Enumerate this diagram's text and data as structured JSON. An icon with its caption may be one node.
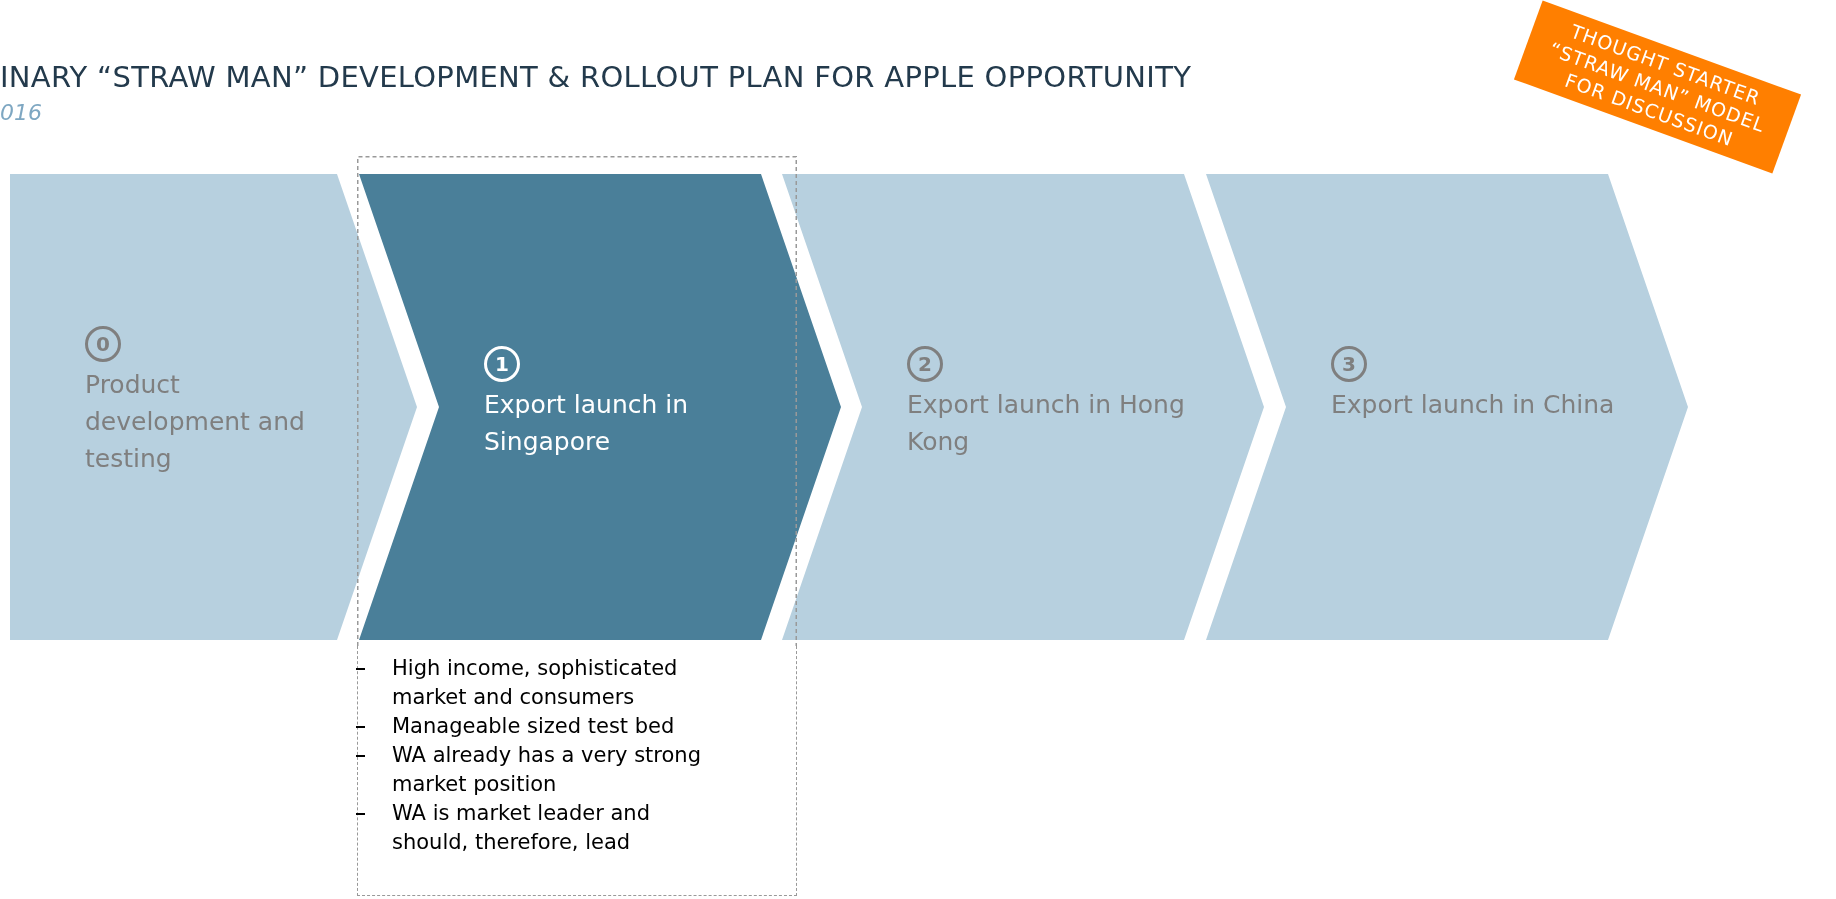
{
  "diagram": {
    "title": "INARY “STRAW MAN” DEVELOPMENT & ROLLOUT PLAN FOR APPLE OPPORTUNITY",
    "nodes": [
      {
        "text": [
          "0",
          "Product development and testing"
        ]
      },
      {
        "text": [
          "1",
          "Export launch in Singapore"
        ]
      },
      {
        "text": [
          "2",
          "Export launch in Hong Kong"
        ]
      },
      {
        "text": [
          "3",
          "Export launch in China"
        ]
      },
      {
        "text": [
          "High income, sophisticated market and consumers",
          "Manageable sized test bed",
          "WA already has a very strong market position",
          "WA is market leader and should, therefore, lead"
        ]
      },
      {
        "text": [
          "THOUGHT STARTER “STRAW MAN” MODEL FOR DISCUSSION"
        ]
      }
    ],
    "labels": [
      "016"
    ]
  }
}
